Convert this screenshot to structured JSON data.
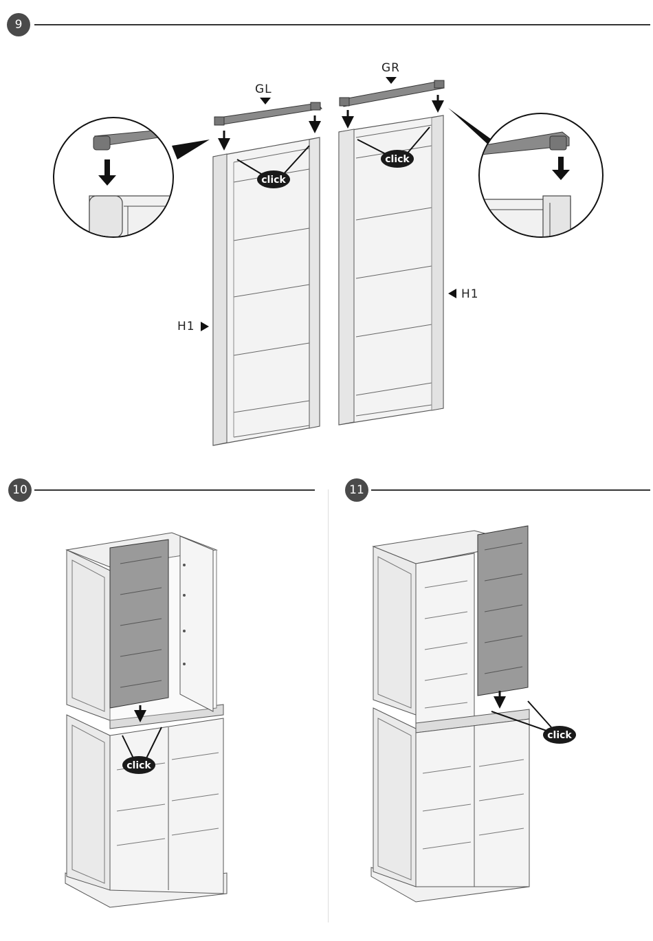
{
  "steps": {
    "step9": {
      "number": "9"
    },
    "step10": {
      "number": "10"
    },
    "step11": {
      "number": "11"
    }
  },
  "labels": {
    "gl": "GL",
    "gr": "GR",
    "h1_left": "H1",
    "h1_right": "H1",
    "click": "click"
  },
  "colors": {
    "badge": "#4a4a4a",
    "line": "#333333",
    "panel_light": "#f2f2f2",
    "panel_dark": "#999999",
    "click_bubble": "#1a1a1a"
  }
}
